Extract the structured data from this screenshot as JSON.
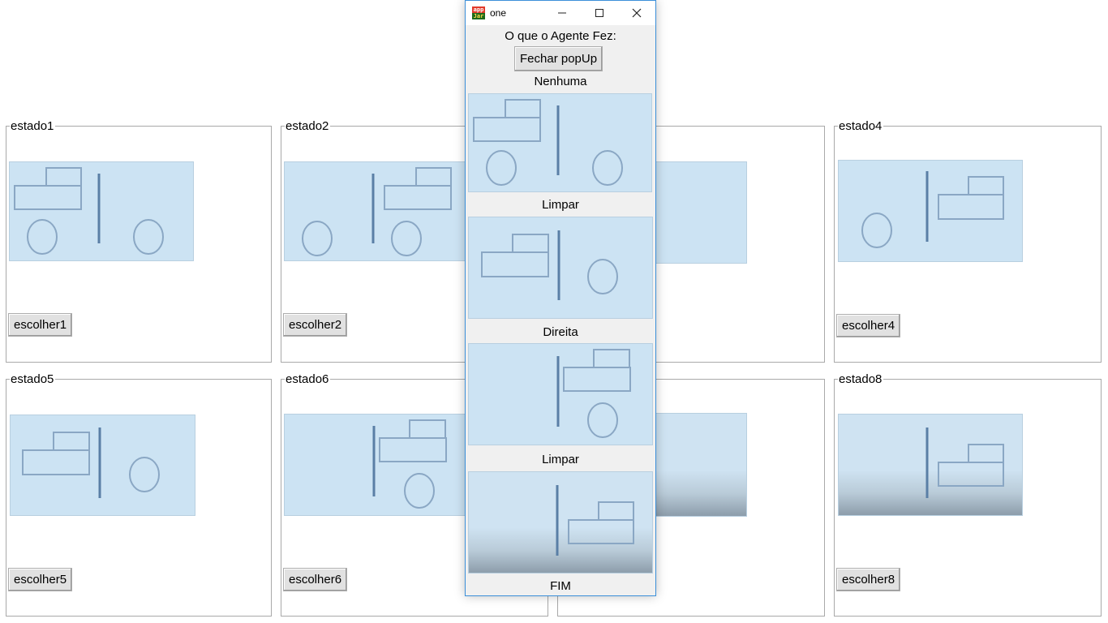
{
  "states": [
    {
      "title": "estado1",
      "button": "escolher1"
    },
    {
      "title": "estado2",
      "button": "escolher2"
    },
    {
      "title": "estado4",
      "button": "escolher4"
    },
    {
      "title": "estado5",
      "button": "escolher5"
    },
    {
      "title": "estado6",
      "button": "escolher6"
    },
    {
      "title": "estado8",
      "button": "escolher8"
    }
  ],
  "popup": {
    "window_title": "one",
    "icon_text_top": "app",
    "icon_text_bottom": "Jar",
    "heading": "O que o Agente Fez:",
    "close_button": "Fechar popUp",
    "steps": [
      "Nenhuma",
      "Limpar",
      "Direita",
      "Limpar",
      "FIM"
    ]
  },
  "icons": {
    "minimize": "minimize-icon",
    "maximize": "maximize-icon",
    "close": "close-icon"
  }
}
